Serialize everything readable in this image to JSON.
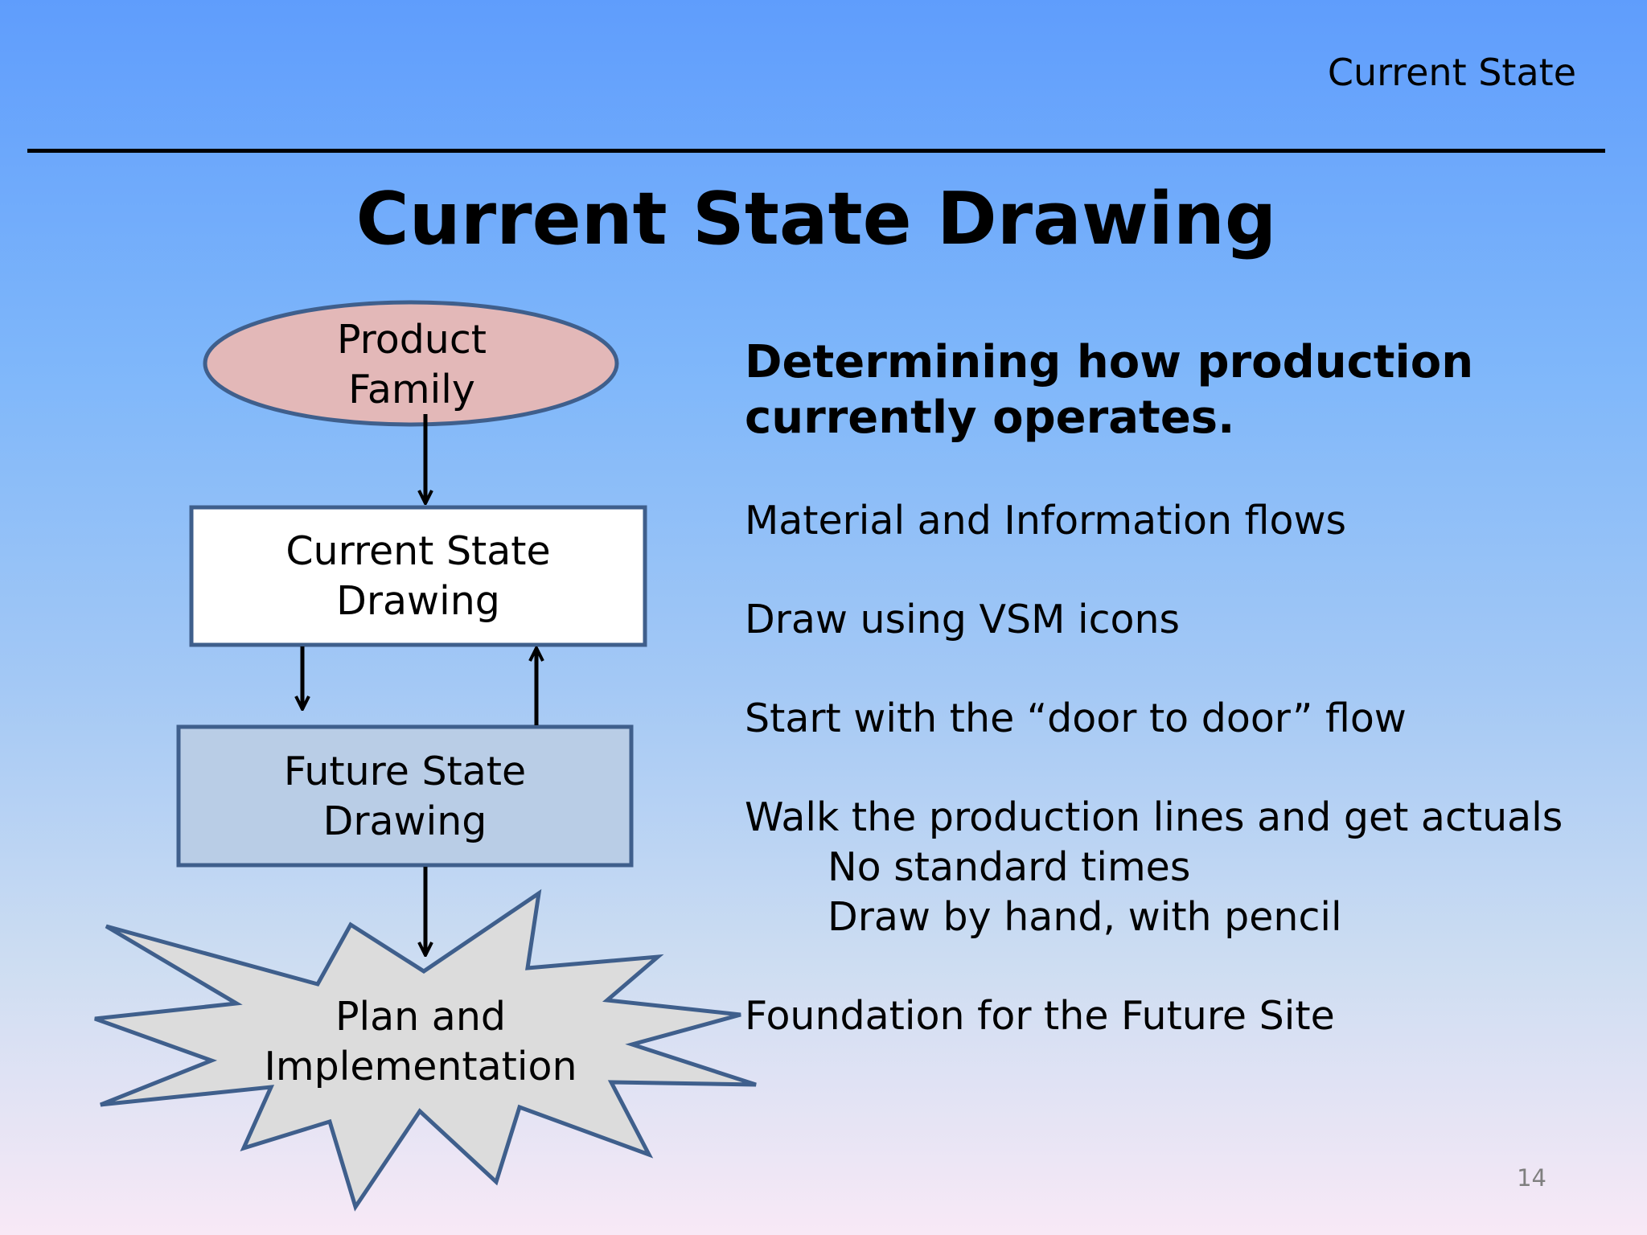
{
  "header": {
    "section_label": "Current State",
    "title": "Current State Drawing"
  },
  "diagram": {
    "nodes": {
      "product_family": "Product\nFamily",
      "current_state": "Current State\nDrawing",
      "future_state": "Future State\nDrawing",
      "plan": "Plan and\nImplementation"
    },
    "colors": {
      "ellipse_fill": "#e3b8b8",
      "current_fill": "#ffffff",
      "future_fill": "#b9cde6",
      "starburst_fill": "#dcdcdc",
      "outline": "#3f5f8c"
    }
  },
  "content": {
    "heading_line1": "Determining how production",
    "heading_line2": "currently operates.",
    "item1": "Material and Information flows",
    "item2": "Draw using VSM icons",
    "item3": "Start with the “door to door” flow",
    "item4": "Walk the production lines and get actuals",
    "item4_sub1": "No standard times",
    "item4_sub2": "Draw by hand, with pencil",
    "item5": "Foundation for the Future Site"
  },
  "footer": {
    "page_number": "14"
  }
}
